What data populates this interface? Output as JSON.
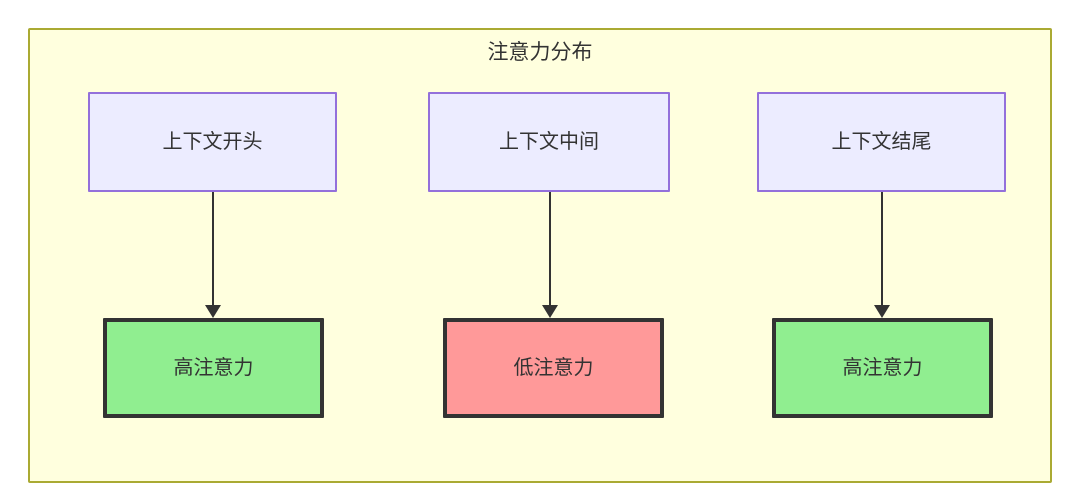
{
  "diagram": {
    "title": "注意力分布",
    "container": {
      "fill": "#ffffde",
      "stroke": "#aaaa33"
    },
    "nodes": {
      "context": [
        {
          "id": "context-start",
          "label": "上下文开头",
          "fill": "#ececff",
          "stroke": "#9370db"
        },
        {
          "id": "context-mid",
          "label": "上下文中间",
          "fill": "#ececff",
          "stroke": "#9370db"
        },
        {
          "id": "context-end",
          "label": "上下文结尾",
          "fill": "#ececff",
          "stroke": "#9370db"
        }
      ],
      "attention": [
        {
          "id": "attn-start",
          "label": "高注意力",
          "fill": "#90ee90",
          "stroke": "#333333"
        },
        {
          "id": "attn-mid",
          "label": "低注意力",
          "fill": "#ff9999",
          "stroke": "#333333"
        },
        {
          "id": "attn-end",
          "label": "高注意力",
          "fill": "#90ee90",
          "stroke": "#333333"
        }
      ]
    },
    "edges": [
      {
        "from": "context-start",
        "to": "attn-start",
        "label": ""
      },
      {
        "from": "context-mid",
        "to": "attn-mid",
        "label": ""
      },
      {
        "from": "context-end",
        "to": "attn-end",
        "label": ""
      }
    ],
    "edge_color": "#333333"
  }
}
